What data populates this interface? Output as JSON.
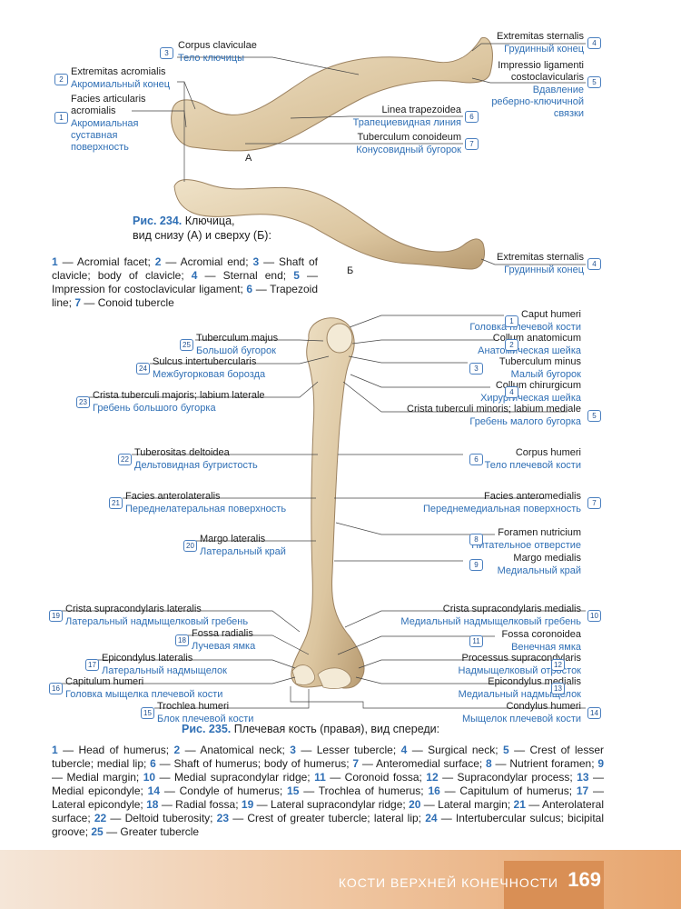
{
  "fig234": {
    "view_a": "А",
    "view_b": "Б",
    "labels": [
      {
        "n": "1",
        "lat": "Facies articularis acromialis",
        "ru": "Акромиальная суставная поверхность"
      },
      {
        "n": "2",
        "lat": "Extremitas acromialis",
        "ru": "Акромиальный конец"
      },
      {
        "n": "3",
        "lat": "Corpus claviculae",
        "ru": "Тело ключицы"
      },
      {
        "n": "4",
        "lat": "Extremitas sternalis",
        "ru": "Грудинный конец"
      },
      {
        "n": "5",
        "lat": "Impressio ligamenti costoclavicularis",
        "ru": "Вдавление реберно-ключичной связки"
      },
      {
        "n": "6",
        "lat": "Linea trapezoidea",
        "ru": "Трапециевидная линия"
      },
      {
        "n": "7",
        "lat": "Tuberculum conoideum",
        "ru": "Конусовидный бугорок"
      },
      {
        "n": "4",
        "lat": "Extremitas sternalis",
        "ru": "Грудинный конец"
      }
    ],
    "caption_bold": "Рис. 234.",
    "caption_text": "Ключица,",
    "caption_line2": "вид снизу (А) и сверху (Б):",
    "legend": [
      {
        "n": "1",
        "t": "— Acromial facet; "
      },
      {
        "n": "2",
        "t": "— Acromial end; "
      },
      {
        "n": "3",
        "t": "— Shaft of clavicle; body of clavicle; "
      },
      {
        "n": "4",
        "t": "— Sternal end; "
      },
      {
        "n": "5",
        "t": "— Impression for costoclavicular ligament; "
      },
      {
        "n": "6",
        "t": "— Trapezoid line; "
      },
      {
        "n": "7",
        "t": "— Conoid tubercle"
      }
    ]
  },
  "fig235": {
    "labels": [
      {
        "n": "1",
        "lat": "Caput humeri",
        "ru": "Головка плечевой кости"
      },
      {
        "n": "2",
        "lat": "Collum anatomicum",
        "ru": "Анатомическая шейка"
      },
      {
        "n": "3",
        "lat": "Tuberculum minus",
        "ru": "Малый бугорок"
      },
      {
        "n": "4",
        "lat": "Collum chirurgicum",
        "ru": "Хирургическая шейка"
      },
      {
        "n": "5",
        "lat": "Crista tuberculi minoris; labium mediale",
        "ru": "Гребень малого бугорка"
      },
      {
        "n": "6",
        "lat": "Corpus humeri",
        "ru": "Тело плечевой кости"
      },
      {
        "n": "7",
        "lat": "Facies anteromedialis",
        "ru": "Переднемедиальная поверхность"
      },
      {
        "n": "8",
        "lat": "Foramen nutricium",
        "ru": "Питательное отверстие"
      },
      {
        "n": "9",
        "lat": "Margo medialis",
        "ru": "Медиальный край"
      },
      {
        "n": "10",
        "lat": "Crista supracondylaris medialis",
        "ru": "Медиальный надмыщелковый гребень"
      },
      {
        "n": "11",
        "lat": "Fossa coronoidea",
        "ru": "Венечная ямка"
      },
      {
        "n": "12",
        "lat": "Processus supracondylaris",
        "ru": "Надмыщелковый отросток"
      },
      {
        "n": "13",
        "lat": "Epicondylus medialis",
        "ru": "Медиальный надмыщелок"
      },
      {
        "n": "14",
        "lat": "Condylus humeri",
        "ru": "Мыщелок плечевой кости"
      },
      {
        "n": "15",
        "lat": "Trochlea humeri",
        "ru": "Блок плечевой кости"
      },
      {
        "n": "16",
        "lat": "Capitulum humeri",
        "ru": "Головка мыщелка плечевой кости"
      },
      {
        "n": "17",
        "lat": "Epicondylus lateralis",
        "ru": "Латеральный надмыщелок"
      },
      {
        "n": "18",
        "lat": "Fossa radialis",
        "ru": "Лучевая ямка"
      },
      {
        "n": "19",
        "lat": "Crista supracondylaris lateralis",
        "ru": "Латеральный надмыщелковый гребень"
      },
      {
        "n": "20",
        "lat": "Margo lateralis",
        "ru": "Латеральный край"
      },
      {
        "n": "21",
        "lat": "Facies anterolateralis",
        "ru": "Переднелатеральная поверхность"
      },
      {
        "n": "22",
        "lat": "Tuberositas deltoidea",
        "ru": "Дельтовидная бугристость"
      },
      {
        "n": "23",
        "lat": "Crista tuberculi majoris; labium laterale",
        "ru": "Гребень большого бугорка"
      },
      {
        "n": "24",
        "lat": "Sulcus intertubercularis",
        "ru": "Межбугорковая борозда"
      },
      {
        "n": "25",
        "lat": "Tuberculum majus",
        "ru": "Большой бугорок"
      }
    ],
    "caption_bold": "Рис. 235.",
    "caption_text": "Плечевая кость (правая), вид спереди:",
    "legend": [
      {
        "n": "1",
        "t": "— Head of humerus; "
      },
      {
        "n": "2",
        "t": "— Anatomical neck; "
      },
      {
        "n": "3",
        "t": "— Lesser tubercle; "
      },
      {
        "n": "4",
        "t": "— Surgical neck; "
      },
      {
        "n": "5",
        "t": "— Crest of lesser tubercle; medial lip; "
      },
      {
        "n": "6",
        "t": "— Shaft of humerus; body of humerus; "
      },
      {
        "n": "7",
        "t": "— Anteromedial surface; "
      },
      {
        "n": "8",
        "t": "— Nutrient foramen; "
      },
      {
        "n": "9",
        "t": "— Medial margin; "
      },
      {
        "n": "10",
        "t": "— Medial supracondylar ridge; "
      },
      {
        "n": "11",
        "t": "— Coronoid fossa; "
      },
      {
        "n": "12",
        "t": "— Supracondylar process; "
      },
      {
        "n": "13",
        "t": "— Medial epicondyle; "
      },
      {
        "n": "14",
        "t": "— Condyle of humerus; "
      },
      {
        "n": "15",
        "t": "— Trochlea of humerus; "
      },
      {
        "n": "16",
        "t": "— Capitulum of humerus; "
      },
      {
        "n": "17",
        "t": "— Lateral epicondyle; "
      },
      {
        "n": "18",
        "t": "— Radial fossa; "
      },
      {
        "n": "19",
        "t": "— Lateral supracondylar ridge; "
      },
      {
        "n": "20",
        "t": "— Lateral margin; "
      },
      {
        "n": "21",
        "t": "— Anterolateral surface; "
      },
      {
        "n": "22",
        "t": "— Deltoid tuberosity; "
      },
      {
        "n": "23",
        "t": "— Crest of greater tubercle; lateral lip; "
      },
      {
        "n": "24",
        "t": "— Intertubercular sulcus; bicipital groove; "
      },
      {
        "n": "25",
        "t": "— Greater tubercle"
      }
    ]
  },
  "footer": {
    "section_title": "КОСТИ ВЕРХНЕЙ КОНЕЧНОСТИ",
    "page_number": "169"
  },
  "colors": {
    "accent": "#2f6fb5",
    "bone": "#e3d2b2",
    "bone_shadow": "#b59a73",
    "footer": "#e7a56e"
  }
}
